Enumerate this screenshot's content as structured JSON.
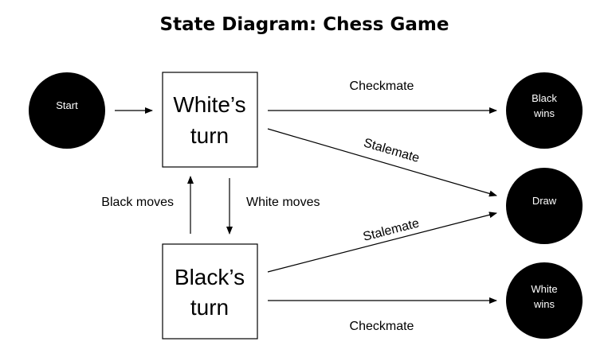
{
  "title": "State Diagram: Chess Game",
  "colors": {
    "node_fill": "#000000",
    "node_text": "#ffffff",
    "box_stroke": "#000000",
    "background": "#ffffff"
  },
  "nodes": {
    "start": {
      "label": "Start"
    },
    "whites_turn": {
      "line1": "White’s",
      "line2": "turn"
    },
    "blacks_turn": {
      "line1": "Black’s",
      "line2": "turn"
    },
    "black_wins": {
      "line1": "Black",
      "line2": "wins"
    },
    "draw": {
      "label": "Draw"
    },
    "white_wins": {
      "line1": "White",
      "line2": "wins"
    }
  },
  "edges": {
    "start_to_white": {
      "label": ""
    },
    "white_checkmate": {
      "label": "Checkmate"
    },
    "white_stalemate": {
      "label": "Stalemate"
    },
    "white_moves": {
      "label": "White moves"
    },
    "black_moves": {
      "label": "Black moves"
    },
    "black_stalemate": {
      "label": "Stalemate"
    },
    "black_checkmate": {
      "label": "Checkmate"
    }
  }
}
